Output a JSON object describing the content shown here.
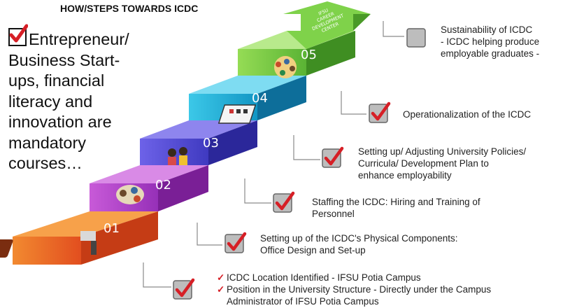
{
  "title": "HOW/STEPS TOWARDS ICDC",
  "left_note": {
    "lines": [
      "Entrepreneur/",
      "Business Start-",
      "ups, financial",
      "literacy and",
      "innovation are",
      "mandatory",
      "courses…"
    ]
  },
  "arrow_text": [
    "IFSU",
    "CAREER",
    "DEVELOPMENT",
    "CENTER"
  ],
  "steps": [
    {
      "number": "01",
      "color": "#e8632a",
      "lines": [
        "Setting up of the ICDC's Physical Components:",
        "Office Design and Set-up"
      ],
      "checked": true
    },
    {
      "number": "02",
      "color": "#b43cc8",
      "lines": [
        "Staffing the ICDC: Hiring and Training of",
        "Personnel"
      ],
      "checked": true
    },
    {
      "number": "03",
      "color": "#5b4fd6",
      "lines": [
        "Setting up/ Adjusting University Policies/",
        "Curricula/ Development Plan to",
        "enhance employability"
      ],
      "checked": true
    },
    {
      "number": "04",
      "color": "#1fb4d8",
      "lines": [
        "Operationalization of the ICDC"
      ],
      "checked": true
    },
    {
      "number": "05",
      "color": "#77c845",
      "lines": [
        "Sustainability of ICDC",
        "- ICDC helping produce",
        "employable graduates -"
      ],
      "checked": false
    }
  ],
  "base": {
    "items": [
      "ICDC Location Identified - IFSU Potia Campus",
      "Position in the University Structure -  Directly under the Campus",
      "Administrator of IFSU Potia Campus"
    ]
  },
  "icons": {
    "check": "checkbox-checked-icon",
    "empty": "checkbox-empty-icon"
  }
}
